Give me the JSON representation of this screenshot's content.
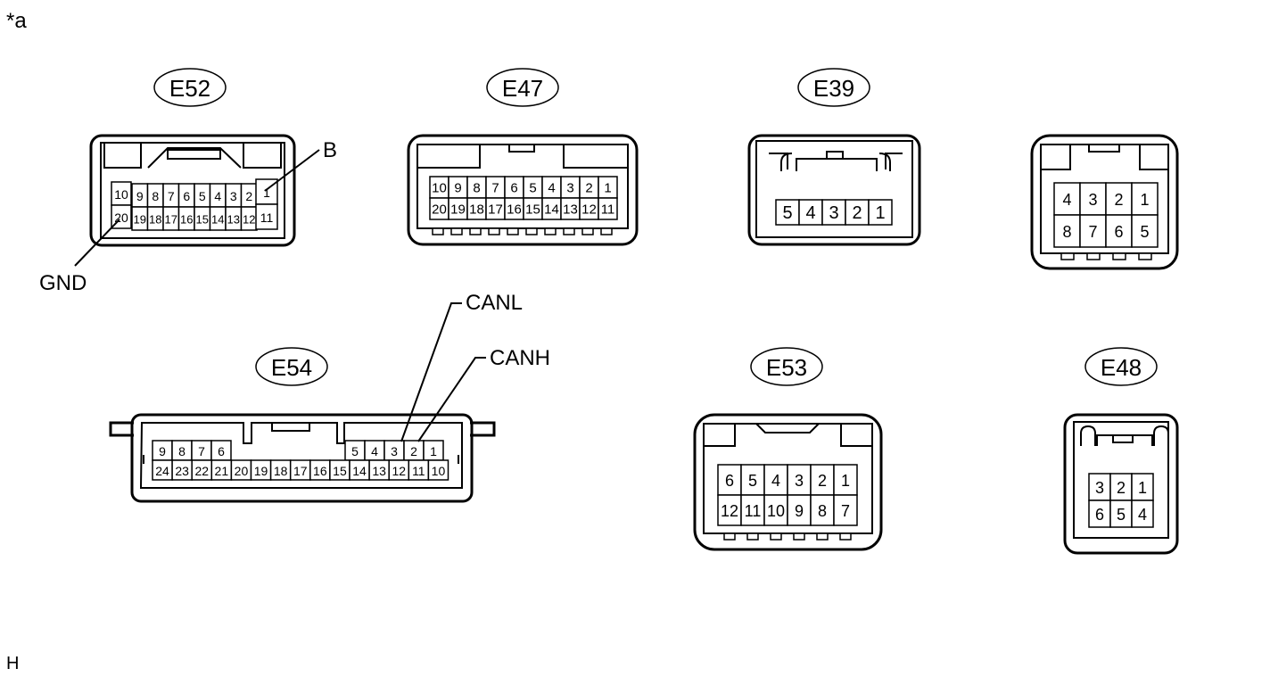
{
  "figure_marker": "*a",
  "footer_code": "H",
  "connectors": {
    "e52": {
      "tag": "E52",
      "row1": [
        "10",
        "9",
        "8",
        "7",
        "6",
        "5",
        "4",
        "3",
        "2",
        "1"
      ],
      "row2": [
        "20",
        "19",
        "18",
        "17",
        "16",
        "15",
        "14",
        "13",
        "12",
        "11"
      ]
    },
    "e47": {
      "tag": "E47",
      "row1": [
        "10",
        "9",
        "8",
        "7",
        "6",
        "5",
        "4",
        "3",
        "2",
        "1"
      ],
      "row2": [
        "20",
        "19",
        "18",
        "17",
        "16",
        "15",
        "14",
        "13",
        "12",
        "11"
      ]
    },
    "e39": {
      "tag": "E39",
      "row1": [
        "5",
        "4",
        "3",
        "2",
        "1"
      ]
    },
    "unlabeled": {
      "row1": [
        "4",
        "3",
        "2",
        "1"
      ],
      "row2": [
        "8",
        "7",
        "6",
        "5"
      ]
    },
    "e54": {
      "tag": "E54",
      "row1": [
        "9",
        "8",
        "7",
        "6",
        "5",
        "4",
        "3",
        "2",
        "1"
      ],
      "row2": [
        "24",
        "23",
        "22",
        "21",
        "20",
        "19",
        "18",
        "17",
        "16",
        "15",
        "14",
        "13",
        "12",
        "11",
        "10"
      ]
    },
    "e53": {
      "tag": "E53",
      "row1": [
        "6",
        "5",
        "4",
        "3",
        "2",
        "1"
      ],
      "row2": [
        "12",
        "11",
        "10",
        "9",
        "8",
        "7"
      ]
    },
    "e48": {
      "tag": "E48",
      "row1": [
        "3",
        "2",
        "1"
      ],
      "row2": [
        "6",
        "5",
        "4"
      ]
    }
  },
  "callouts": {
    "b": "B",
    "gnd": "GND",
    "canl": "CANL",
    "canh": "CANH"
  }
}
